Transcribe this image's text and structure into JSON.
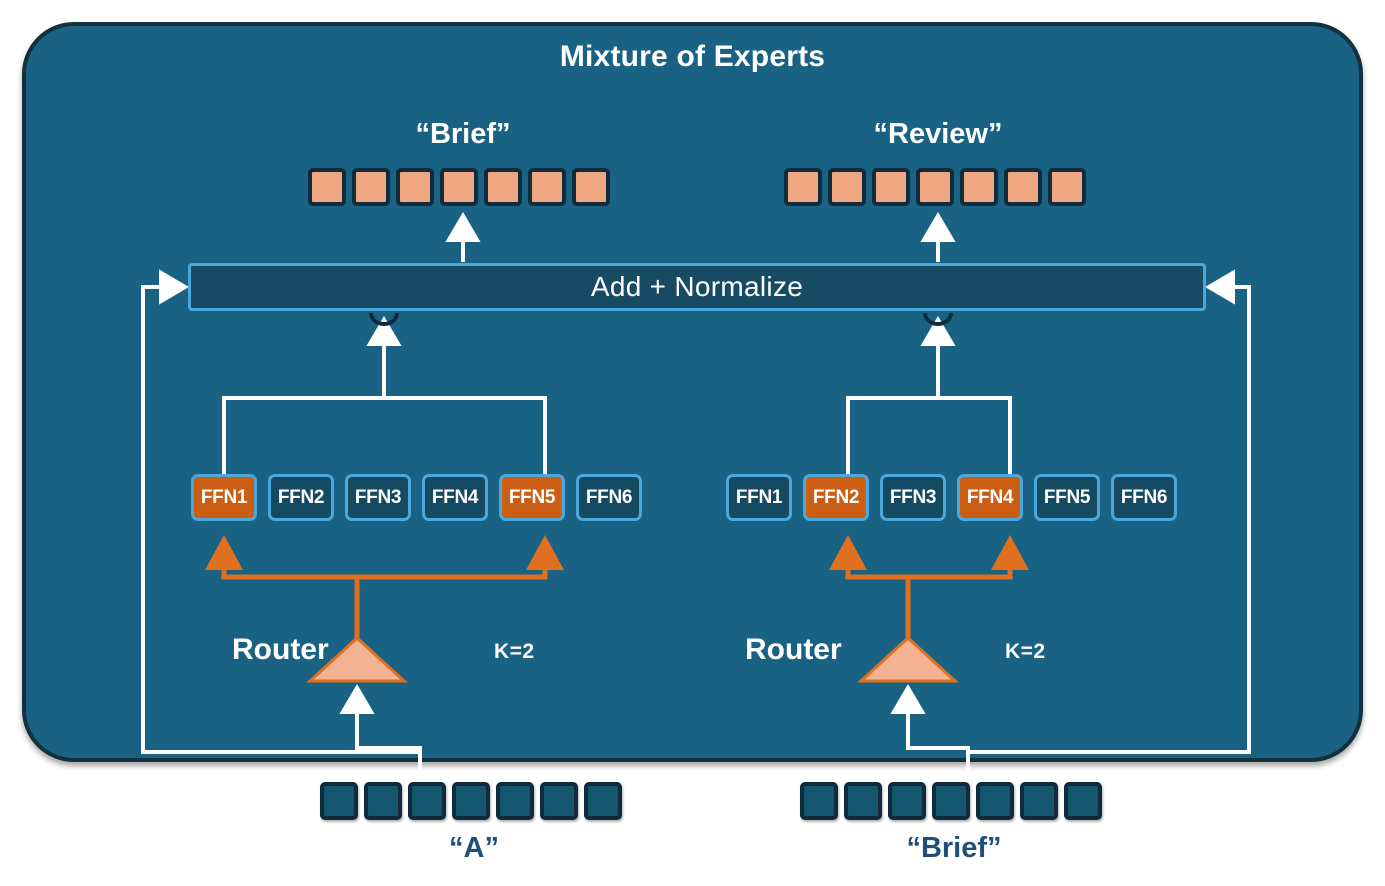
{
  "diagram": {
    "title": "Mixture of Experts",
    "type": "architecture-diagram"
  },
  "colors": {
    "panel_bg": "#1A6283",
    "panel_border": "#12313F",
    "expert_inactive": "#144A62",
    "expert_active": "#CC5E14",
    "expert_border": "#4AA8DC",
    "output_token": "#EFA781",
    "input_token": "#14566E",
    "token_border": "#102B3C",
    "addnorm_bg": "#164B63",
    "router_fill": "#F3B292",
    "router_border": "#E0701F",
    "wire_white": "#FFFFFF",
    "wire_orange": "#E0701F",
    "bottom_label": "#1F4E79"
  },
  "addnorm": {
    "label": "Add + Normalize"
  },
  "columns": [
    {
      "id": "left",
      "input_label": "“A”",
      "output_label": "“Brief”",
      "router_label": "Router",
      "k_label": "K=2",
      "input_token_count": 7,
      "output_token_count": 7,
      "experts": [
        {
          "label": "FFN1",
          "active": true
        },
        {
          "label": "FFN2",
          "active": false
        },
        {
          "label": "FFN3",
          "active": false
        },
        {
          "label": "FFN4",
          "active": false
        },
        {
          "label": "FFN5",
          "active": true
        },
        {
          "label": "FFN6",
          "active": false
        }
      ]
    },
    {
      "id": "right",
      "input_label": "“Brief”",
      "output_label": "“Review”",
      "router_label": "Router",
      "k_label": "K=2",
      "input_token_count": 7,
      "output_token_count": 7,
      "experts": [
        {
          "label": "FFN1",
          "active": false
        },
        {
          "label": "FFN2",
          "active": true
        },
        {
          "label": "FFN3",
          "active": false
        },
        {
          "label": "FFN4",
          "active": true
        },
        {
          "label": "FFN5",
          "active": false
        },
        {
          "label": "FFN6",
          "active": false
        }
      ]
    }
  ]
}
